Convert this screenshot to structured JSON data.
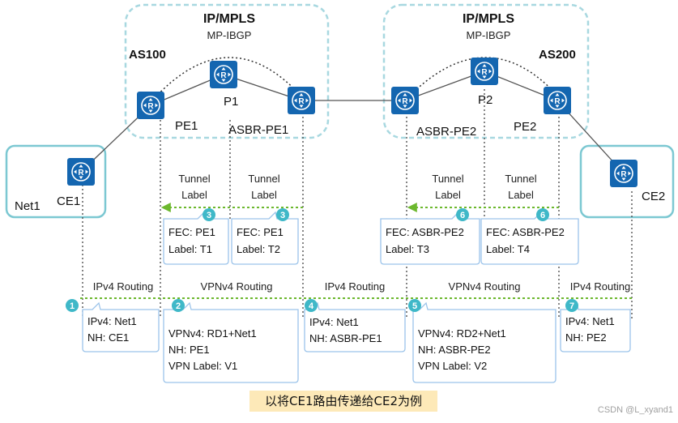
{
  "domains": {
    "left": {
      "title": "IP/MPLS",
      "as": "AS100"
    },
    "right": {
      "title": "IP/MPLS",
      "as": "AS200"
    }
  },
  "bgp": {
    "left": "MP-IBGP",
    "right": "MP-IBGP"
  },
  "nodes": {
    "ce1": "CE1",
    "pe1": "PE1",
    "p1": "P1",
    "asbr_pe1": "ASBR-PE1",
    "asbr_pe2": "ASBR-PE2",
    "p2": "P2",
    "pe2": "PE2",
    "ce2": "CE2",
    "net1": "Net1"
  },
  "tunnels": [
    {
      "line1": "Tunnel",
      "line2": "Label",
      "step": "3",
      "fec": "FEC: PE1",
      "label": "Label: T1"
    },
    {
      "line1": "Tunnel",
      "line2": "Label",
      "step": "3",
      "fec": "FEC: PE1",
      "label": "Label: T2"
    },
    {
      "line1": "Tunnel",
      "line2": "Label",
      "step": "6",
      "fec": "FEC: ASBR-PE2",
      "label": "Label: T3"
    },
    {
      "line1": "Tunnel",
      "line2": "Label",
      "step": "6",
      "fec": "FEC: ASBR-PE2",
      "label": "Label: T4"
    }
  ],
  "routing": [
    {
      "title": "IPv4 Routing",
      "step": "1",
      "lines": [
        "IPv4: Net1",
        "NH: CE1"
      ]
    },
    {
      "title": "VPNv4 Routing",
      "step": "2",
      "lines": [
        "VPNv4: RD1+Net1",
        "NH: PE1",
        "VPN Label: V1"
      ]
    },
    {
      "title": "IPv4 Routing",
      "step": "4",
      "lines": [
        "IPv4: Net1",
        "NH: ASBR-PE1"
      ]
    },
    {
      "title": "VPNv4 Routing",
      "step": "5",
      "lines": [
        "VPNv4: RD2+Net1",
        "NH: ASBR-PE2",
        "VPN Label: V2"
      ]
    },
    {
      "title": "IPv4 Routing",
      "step": "7",
      "lines": [
        "IPv4: Net1",
        "NH: PE2"
      ]
    }
  ],
  "caption": "以将CE1路由传递给CE2为例",
  "watermark": "CSDN @L_xyand1",
  "colors": {
    "router": "#1466b0",
    "domain_border": "#a8d8e0",
    "ce_border": "#7cc8d2",
    "step_badge": "#3fb8c8",
    "arrow": "#6cb82e",
    "callout_border": "#9cc4ea",
    "caption_bg": "#fde9b8"
  }
}
